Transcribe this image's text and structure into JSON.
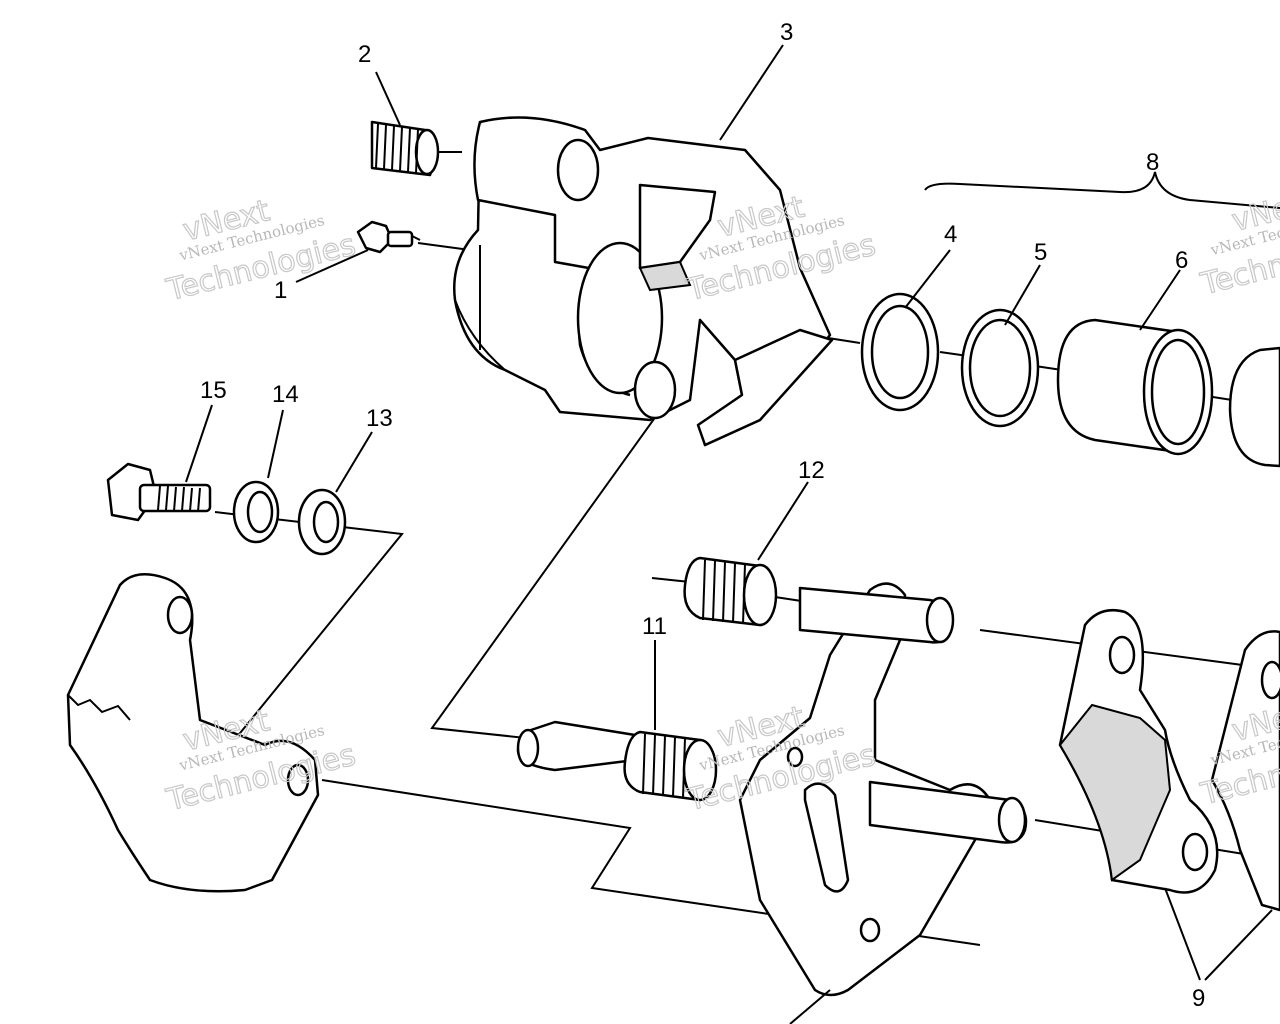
{
  "diagram": {
    "callouts": [
      {
        "id": "c1",
        "label": "1"
      },
      {
        "id": "c2",
        "label": "2"
      },
      {
        "id": "c3",
        "label": "3"
      },
      {
        "id": "c4",
        "label": "4"
      },
      {
        "id": "c5",
        "label": "5"
      },
      {
        "id": "c6",
        "label": "6"
      },
      {
        "id": "c8",
        "label": "8"
      },
      {
        "id": "c9",
        "label": "9"
      },
      {
        "id": "c11",
        "label": "11"
      },
      {
        "id": "c12",
        "label": "12"
      },
      {
        "id": "c13",
        "label": "13"
      },
      {
        "id": "c14",
        "label": "14"
      },
      {
        "id": "c15",
        "label": "15"
      }
    ]
  },
  "watermark": {
    "line1": "vNext Technologies",
    "line2a": "vNext",
    "line2b": "Technologies"
  }
}
